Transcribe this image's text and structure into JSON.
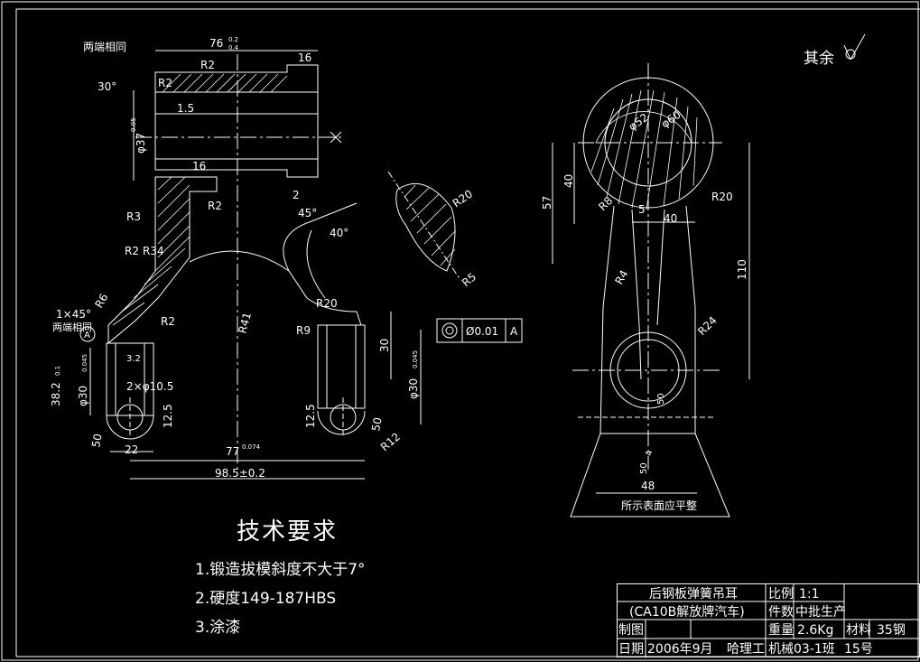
{
  "drawing": {
    "same_both_ends_top": "两端相同",
    "same_both_ends_left": "两端相同",
    "rest_roughness": "其余",
    "flat_note": "所示表面应平整"
  },
  "dimensions_left": {
    "d76": "76",
    "d76_tol_upper": "0.2",
    "d76_tol_lower": "0.4",
    "d16": "16",
    "r2_top": "R2",
    "r2b": "R2",
    "d15": "1.5",
    "phi37": "φ37",
    "phi37_tol": "0.05",
    "d16b": "16",
    "d30deg": "30°",
    "r3": "R3",
    "r2c": "R2",
    "d2": "2",
    "a45": "45°",
    "a40": "40°",
    "r20_top": "R20",
    "r5": "R5",
    "r2d": "R2",
    "r34": "R34",
    "r6": "R6",
    "r41": "R41",
    "r20": "R20",
    "r9": "R9",
    "chamfer": "1×45°",
    "datum_a": "A",
    "r2e": "R2",
    "d32": "3.2",
    "phi30_left": "φ30",
    "phi30_left_tol": "0.045",
    "phi30_right": "φ30",
    "phi30_right_tol": "0.045",
    "d38": "38.2",
    "d38_tol": "0.1",
    "d30": "30",
    "hole": "2×φ10.5",
    "d125a": "12.5",
    "d125b": "12.5",
    "d50a": "50",
    "d50b": "50",
    "d22": "22",
    "r12": "R12",
    "d77": "77",
    "d77_tol": "0.074",
    "d985": "98.5±0.2",
    "gdt_value": "Ø0.01",
    "gdt_datum": "A"
  },
  "dimensions_right": {
    "phi52": "φ52",
    "phi60": "φ60",
    "d57": "57",
    "d40v": "40",
    "r8": "R8",
    "d5": "5",
    "d40h": "40",
    "r20": "R20",
    "r4": "R4",
    "d110": "110",
    "r24": "R24",
    "d50": "50",
    "d4": "4",
    "d50b": "50",
    "d48": "48"
  },
  "requirements": {
    "title": "技术要求",
    "items": [
      "1.锻造拔模斜度不大于7°",
      "2.硬度149-187HBS",
      "3.涂漆"
    ]
  },
  "title_block": {
    "part_name": "后钢板弹簧吊耳",
    "part_sub": "(CA10B解放牌汽车)",
    "scale_label": "比例",
    "scale_value": "1:1",
    "count_label": "件数",
    "count_value": "中批生产",
    "drawn_label": "制图",
    "weight_label": "重量",
    "weight_value": "2.6Kg",
    "material_label": "材料",
    "material_value": "35钢",
    "date_label": "日期",
    "date_value": "2006年9月",
    "school": "哈理工",
    "class": "机械03-1班",
    "number": "15号"
  },
  "colors": {
    "background": "#000000",
    "line": "#ffffff",
    "frame": "#ffffff"
  }
}
